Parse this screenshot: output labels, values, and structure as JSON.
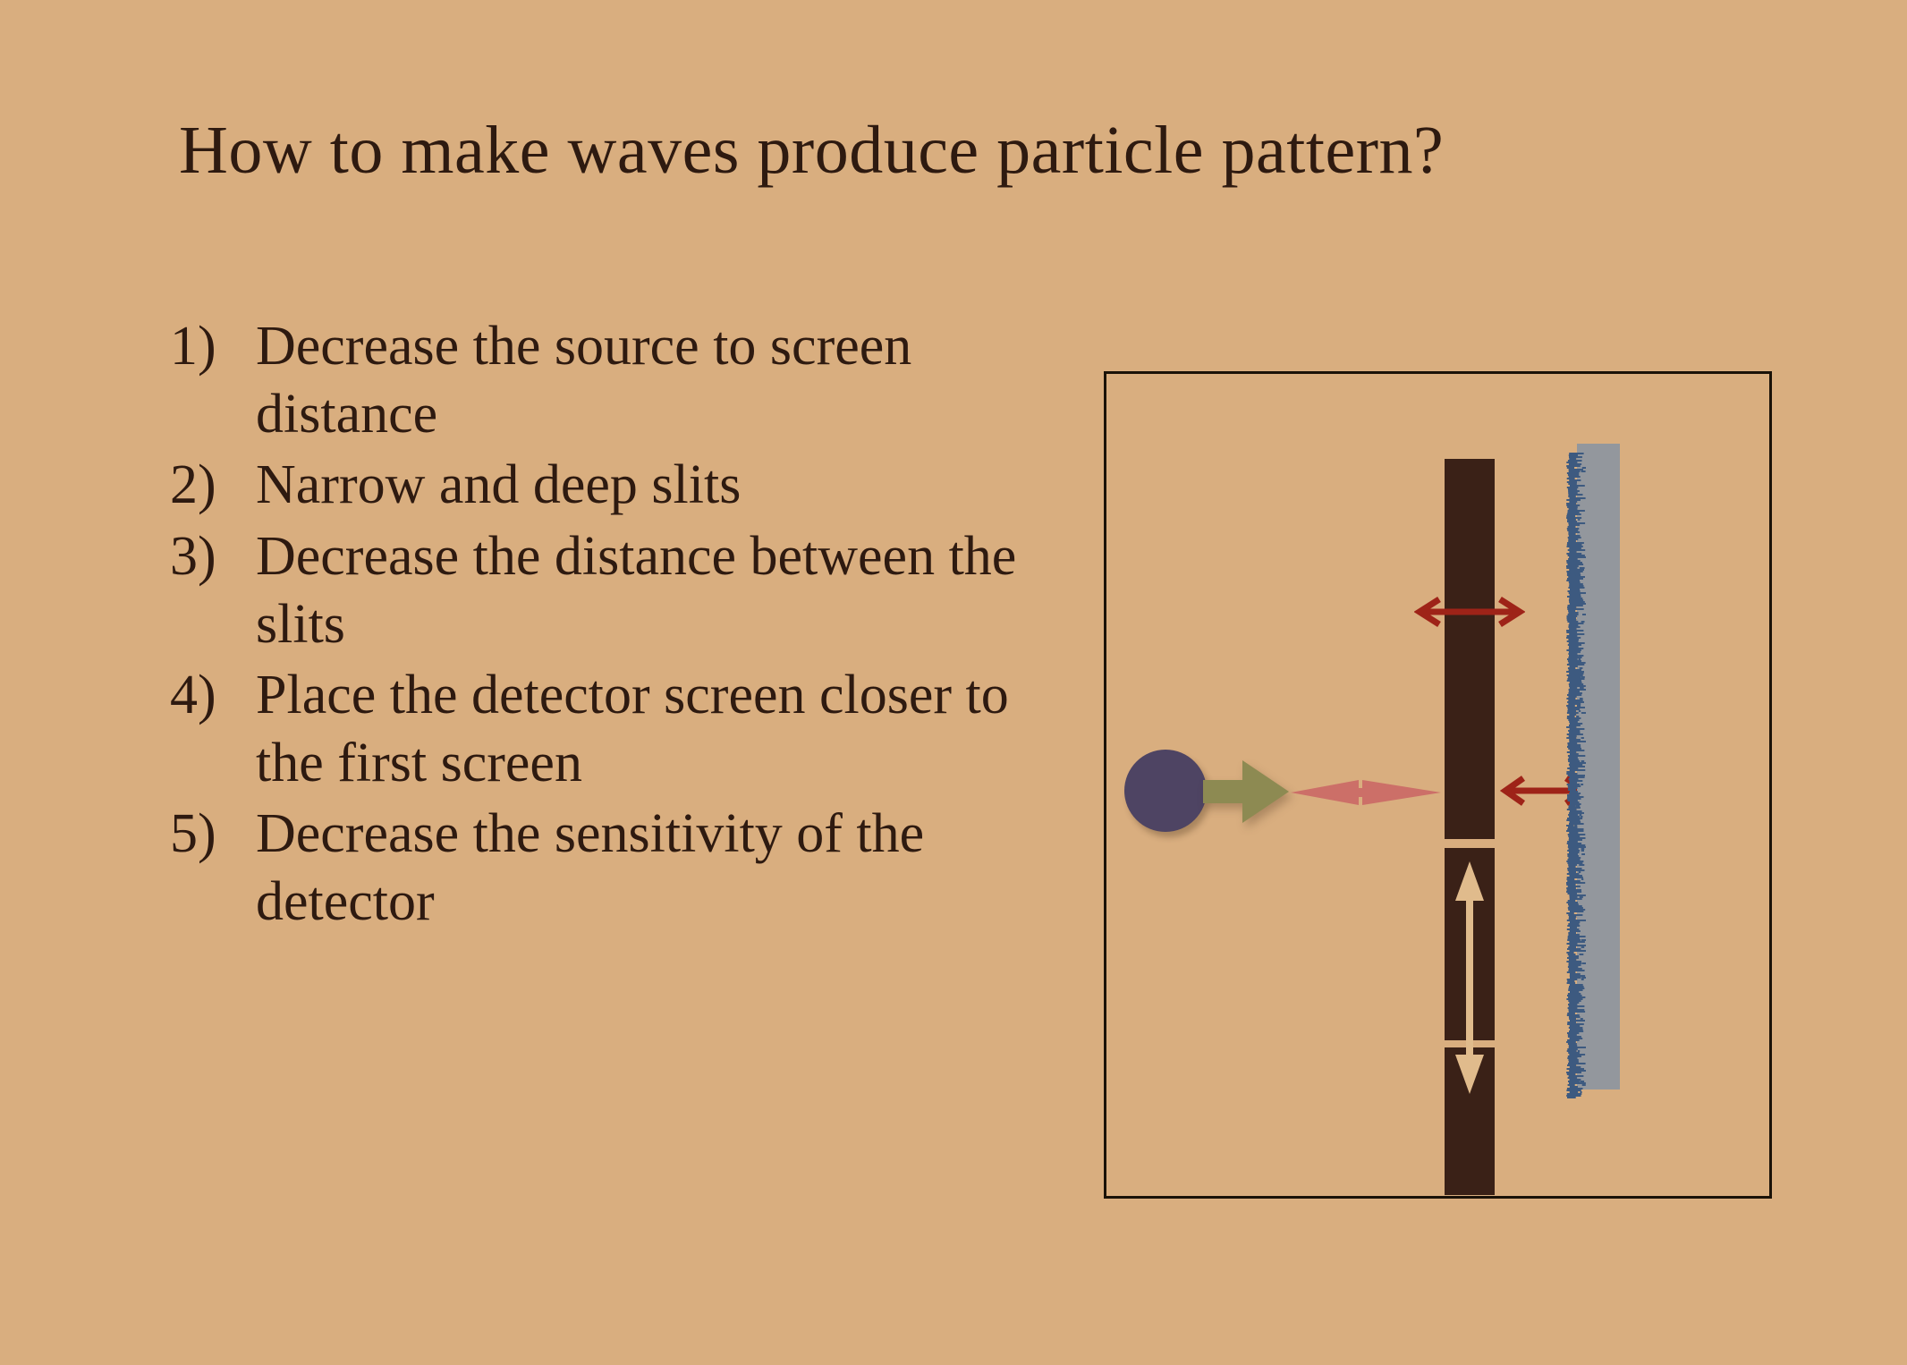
{
  "slide": {
    "background_color": "#d9ae7f",
    "title": "How to make waves produce particle pattern?",
    "text_color": "#2e1a10"
  },
  "bullets": [
    {
      "number": "1)",
      "text": "Decrease the source to screen distance"
    },
    {
      "number": "2)",
      "text": "Narrow and deep slits"
    },
    {
      "number": "3)",
      "text": "Decrease the distance between the slits"
    },
    {
      "number": "4)",
      "text": "Place the detector screen closer to the first screen"
    },
    {
      "number": "5)",
      "text": "Decrease the sensitivity of the detector"
    }
  ],
  "diagram": {
    "frame_color": "#1a1208",
    "source": {
      "label": "source-particle",
      "color": "#4e4463"
    },
    "emitter_arrow": {
      "label": "emission-arrow",
      "color": "#8d8a52"
    },
    "wave_arrow": {
      "label": "wave-propagation-arrow",
      "color": "#cc6f68"
    },
    "barrier": {
      "label": "double-slit-barrier",
      "color": "#3a2117"
    },
    "slit_depth_arrow": {
      "label": "slit-depth-indicator",
      "color": "#e0bb8c"
    },
    "red_arrow_top": {
      "label": "slit-width-indicator",
      "color": "#9e2318"
    },
    "red_arrow_gap": {
      "label": "barrier-to-screen-distance",
      "color": "#9e2318"
    },
    "detector_screen": {
      "label": "detector-screen",
      "color": "#93979d",
      "texture_color": "#3d5a80"
    }
  }
}
